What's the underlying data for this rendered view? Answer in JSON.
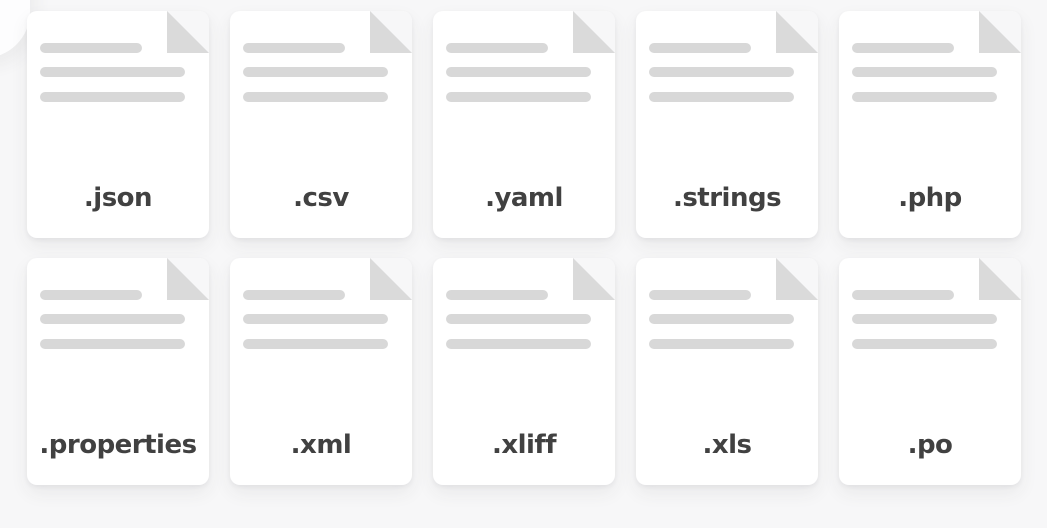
{
  "colors": {
    "page-bg": "#f7f7f8",
    "card-bg": "#ffffff",
    "line-color": "#d8d8d8",
    "fold-color": "#dadada",
    "label-color": "#414141"
  },
  "cards": [
    {
      "label": ".json",
      "icon": "document-file-icon"
    },
    {
      "label": ".csv",
      "icon": "document-file-icon"
    },
    {
      "label": ".yaml",
      "icon": "document-file-icon"
    },
    {
      "label": ".strings",
      "icon": "document-file-icon"
    },
    {
      "label": ".php",
      "icon": "document-file-icon"
    },
    {
      "label": ".properties",
      "icon": "document-file-icon"
    },
    {
      "label": ".xml",
      "icon": "document-file-icon"
    },
    {
      "label": ".xliff",
      "icon": "document-file-icon"
    },
    {
      "label": ".xls",
      "icon": "document-file-icon"
    },
    {
      "label": ".po",
      "icon": "document-file-icon"
    }
  ]
}
